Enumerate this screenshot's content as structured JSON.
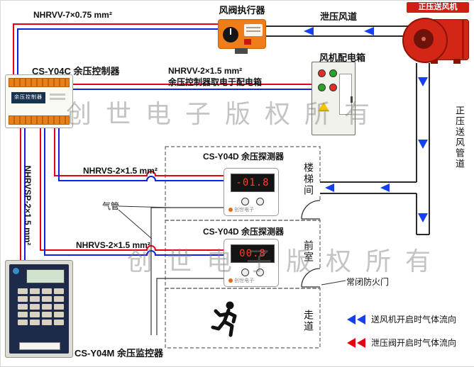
{
  "colors": {
    "wire_red": "#e60012",
    "wire_blue": "#1022e0",
    "arrow_blue": "#1540f0",
    "fan_red": "#d42616",
    "actuator_orange": "#ef7d1a"
  },
  "top": {
    "cable_label": "NHRVV-7×0.75 mm²",
    "damper_label": "风阀执行器",
    "relief_duct_label": "泄压风道",
    "fan_label": "正压送风机"
  },
  "power": {
    "box_label": "风机配电箱",
    "line1": "NHRVV-2×1.5 mm²",
    "line2": "余压控制器取电于配电箱"
  },
  "left": {
    "controller_caption": "CS-Y04C 余压控制器",
    "controller_face": "余压控制器",
    "bus_cable_label": "NHRVSP-2×1.5 mm²",
    "monitor_caption": "CS-Y04M 余压监控器"
  },
  "detectors": {
    "caption": "CS-Y04D 余压探测器",
    "reading1": "-01.8",
    "reading2": "00.8",
    "brand": "创世电子",
    "cable1_label": "NHRVS-2×1.5 mm²",
    "cable2_label": "NHRVS-2×1.5 mm²",
    "air_pipe_label": "气管"
  },
  "rooms": {
    "stairwell": "楼梯间",
    "front_room": "前室",
    "corridor": "走道",
    "fire_door_label": "常闭防火门"
  },
  "duct": {
    "supply_duct_label": "正压送风管道"
  },
  "legend": {
    "supply": "送风机开启时气体流向",
    "relief": "泄压阀开启时气体流向"
  },
  "watermark": "创世电子版权所有"
}
